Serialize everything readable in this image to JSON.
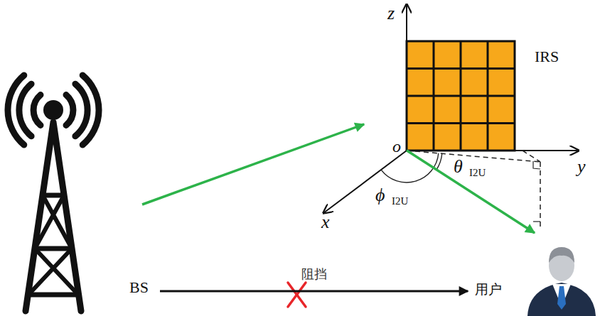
{
  "diagram": {
    "nodes": [
      {
        "text": [
          "BS"
        ]
      },
      {
        "text": [
          "IRS"
        ]
      },
      {
        "text": [
          "用户"
        ]
      }
    ],
    "edges": [
      {
        "from": 0,
        "to": 1,
        "arrow": "to"
      },
      {
        "from": 1,
        "to": 2,
        "arrow": "to"
      },
      {
        "from": 0,
        "to": 2,
        "arrow": "to",
        "label": "阻挡"
      }
    ],
    "labels": [
      "z",
      "o",
      "y",
      "x",
      "ϕ",
      "I2U",
      "θ",
      "I2U"
    ]
  }
}
